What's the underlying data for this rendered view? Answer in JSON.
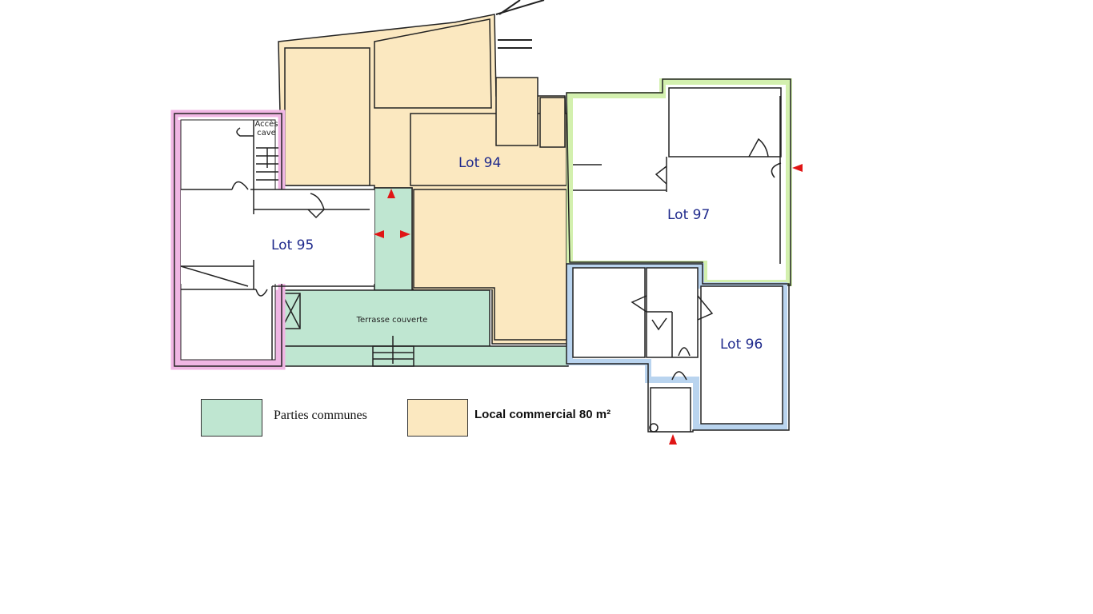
{
  "plan": {
    "lots": [
      {
        "id": "lot-94",
        "label": "Lot 94"
      },
      {
        "id": "lot-95",
        "label": "Lot 95"
      },
      {
        "id": "lot-96",
        "label": "Lot 96"
      },
      {
        "id": "lot-97",
        "label": "Lot 97"
      }
    ],
    "rooms": {
      "cellar_access": "Accès cave",
      "covered_terrace": "Terrasse couverte"
    }
  },
  "legend": {
    "items": [
      {
        "label": "Parties communes",
        "color": "#bfe6d1"
      },
      {
        "label": "Local commercial 80 m²",
        "color": "#fbe8c0"
      }
    ]
  },
  "colors": {
    "common": "#bfe6d1",
    "commercial": "#fbe8c0",
    "lot95": "#f0b6e4",
    "lot97": "#d3f0ae",
    "lot96": "#b9d4ef",
    "arrow": "#e01515",
    "label": "#1f2a8c"
  }
}
